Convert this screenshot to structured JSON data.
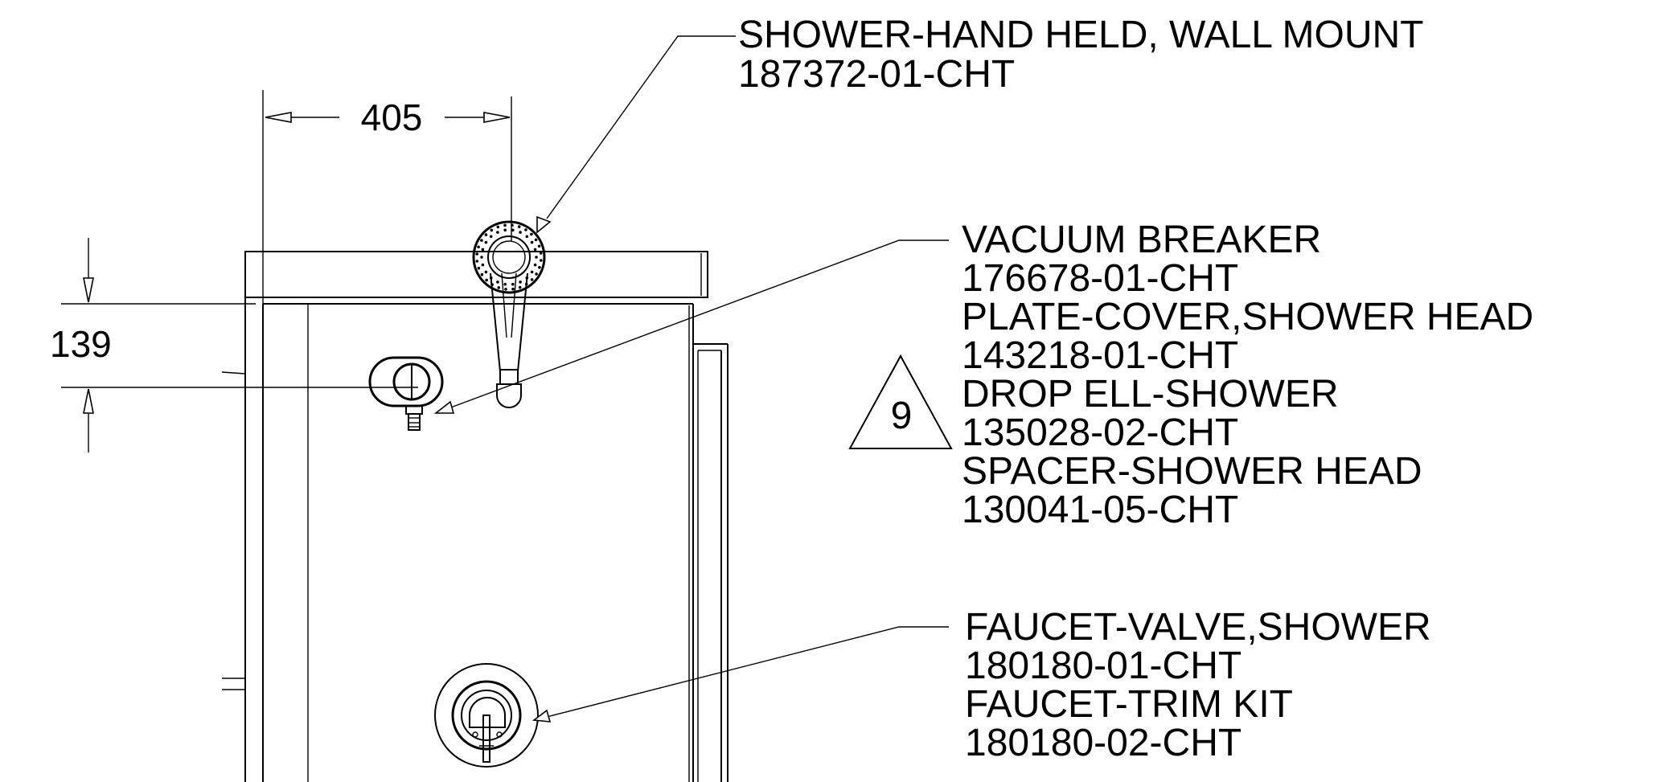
{
  "callouts": {
    "shower_hand": [
      "SHOWER-HAND HELD, WALL MOUNT",
      "187372-01-CHT"
    ],
    "vacuum_group": [
      "VACUUM BREAKER",
      "176678-01-CHT",
      "PLATE-COVER,SHOWER HEAD",
      "143218-01-CHT",
      "DROP ELL-SHOWER",
      "135028-02-CHT",
      "SPACER-SHOWER HEAD",
      "130041-05-CHT"
    ],
    "faucet_group": [
      "FAUCET-VALVE,SHOWER",
      "180180-01-CHT",
      "FAUCET-TRIM KIT",
      "180180-02-CHT"
    ]
  },
  "dimensions": {
    "horizontal": "405",
    "vertical": "139"
  },
  "revision_tag": "9"
}
